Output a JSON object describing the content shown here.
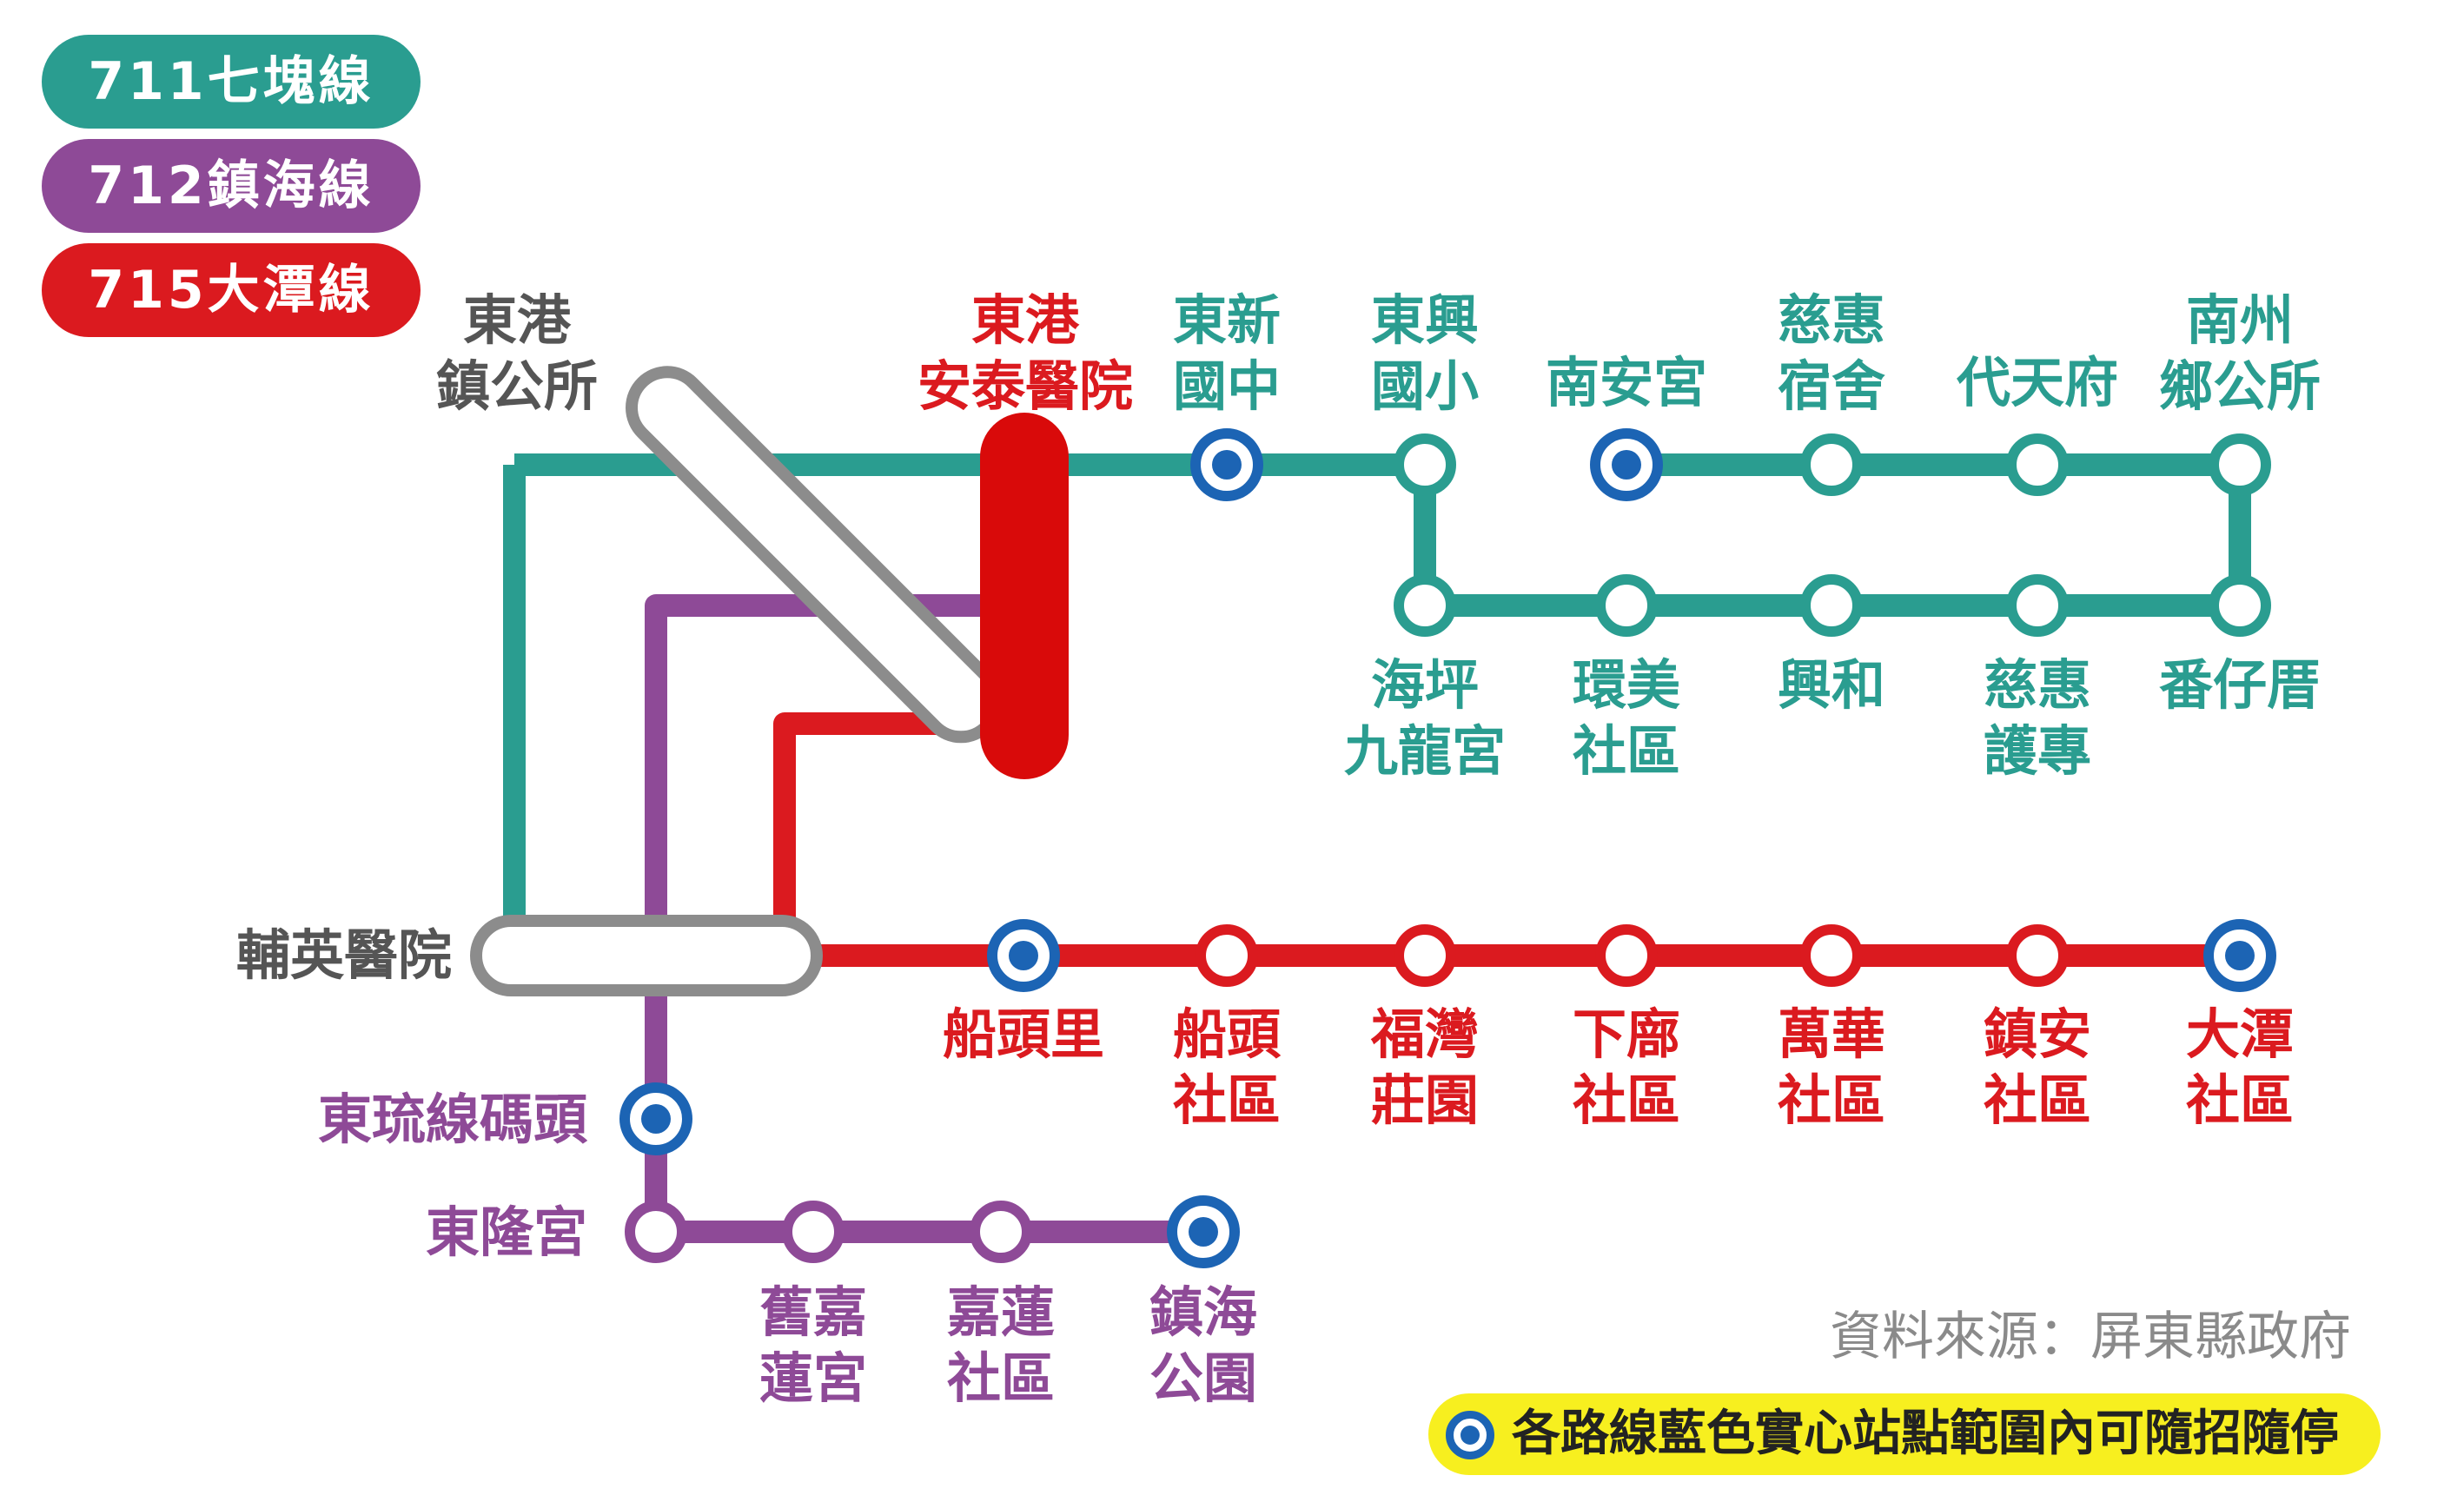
{
  "legend": [
    {
      "label": "711七塊線",
      "color": "#2a9d90"
    },
    {
      "label": "712鎮海線",
      "color": "#8e4a97"
    },
    {
      "label": "715大潭線",
      "color": "#db1a1f"
    }
  ],
  "colors": {
    "teal": "#2a9d90",
    "purple": "#8e4a97",
    "red": "#db1a1f",
    "hub_gray": "#8c8c8c",
    "hub_red": "#d90a0a",
    "express": "#1c64b4",
    "note_bg": "#f7ef1f"
  },
  "hubs": [
    {
      "lines": [
        "東港",
        "鎮公所"
      ],
      "color": "#555555"
    },
    {
      "lines": [
        "東港",
        "安泰醫院"
      ],
      "color": "#db1a1f"
    },
    {
      "lines": [
        "輔英醫院"
      ],
      "color": "#555555"
    }
  ],
  "routes": {
    "line711": {
      "color": "#2a9d90",
      "stations": [
        {
          "lines": [
            "東新",
            "國中"
          ],
          "express": true
        },
        {
          "lines": [
            "東興",
            "國小"
          ],
          "express": false
        },
        {
          "lines": [
            "南安宮"
          ],
          "express": true
        },
        {
          "lines": [
            "慈惠",
            "宿舍"
          ],
          "express": false
        },
        {
          "lines": [
            "代天府"
          ],
          "express": false
        },
        {
          "lines": [
            "南州",
            "鄉公所"
          ],
          "express": false
        },
        {
          "lines": [
            "海坪",
            "九龍宮"
          ],
          "express": false
        },
        {
          "lines": [
            "環美",
            "社區"
          ],
          "express": false
        },
        {
          "lines": [
            "興和"
          ],
          "express": false
        },
        {
          "lines": [
            "慈惠",
            "護專"
          ],
          "express": false
        },
        {
          "lines": [
            "番仔厝"
          ],
          "express": false
        }
      ]
    },
    "line715": {
      "color": "#db1a1f",
      "stations": [
        {
          "lines": [
            "船頭里"
          ],
          "express": true
        },
        {
          "lines": [
            "船頭",
            "社區"
          ],
          "express": false
        },
        {
          "lines": [
            "福灣",
            "莊園"
          ],
          "express": false
        },
        {
          "lines": [
            "下廍",
            "社區"
          ],
          "express": false
        },
        {
          "lines": [
            "萬華",
            "社區"
          ],
          "express": false
        },
        {
          "lines": [
            "鎮安",
            "社區"
          ],
          "express": false
        },
        {
          "lines": [
            "大潭",
            "社區"
          ],
          "express": true
        }
      ]
    },
    "line712": {
      "color": "#8e4a97",
      "stations": [
        {
          "lines": [
            "東琉線碼頭"
          ],
          "express": true
        },
        {
          "lines": [
            "東隆宮"
          ],
          "express": false
        },
        {
          "lines": [
            "舊嘉",
            "蓮宮"
          ],
          "express": false
        },
        {
          "lines": [
            "嘉蓮",
            "社區"
          ],
          "express": false
        },
        {
          "lines": [
            "鎮海",
            "公園"
          ],
          "express": true
        }
      ]
    }
  },
  "source_text": "資料來源：屏東縣政府",
  "note_text": "各路線藍色實心站點範圍內可隨招隨停"
}
